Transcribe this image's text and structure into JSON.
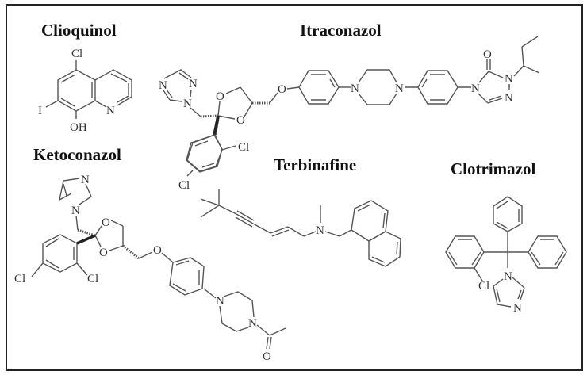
{
  "figure": {
    "type": "chemical-structures",
    "compounds": [
      {
        "name": "Clioquinol",
        "atoms": [
          "Cl",
          "I",
          "OH",
          "N"
        ]
      },
      {
        "name": "Itraconazol",
        "atoms": [
          "N",
          "N",
          "N",
          "O",
          "O",
          "O",
          "N",
          "N",
          "O",
          "N",
          "N",
          "N",
          "Cl",
          "Cl"
        ]
      },
      {
        "name": "Ketoconazol",
        "atoms": [
          "N",
          "N",
          "O",
          "O",
          "O",
          "Cl",
          "Cl",
          "N",
          "N",
          "O"
        ]
      },
      {
        "name": "Terbinafine",
        "atoms": [
          "N"
        ]
      },
      {
        "name": "Clotrimazol",
        "atoms": [
          "N",
          "N",
          "Cl"
        ]
      }
    ]
  },
  "labels": {
    "clioquinol": "Clioquinol",
    "itraconazol": "Itraconazol",
    "ketoconazol": "Ketoconazol",
    "terbinafine": "Terbinafine",
    "clotrimazol": "Clotrimazol"
  },
  "atoms": {
    "Cl": "Cl",
    "I": "I",
    "OH": "OH",
    "N": "N",
    "O": "O"
  },
  "colors": {
    "line": "#555555",
    "text": "#111111",
    "frame": "#222222"
  }
}
